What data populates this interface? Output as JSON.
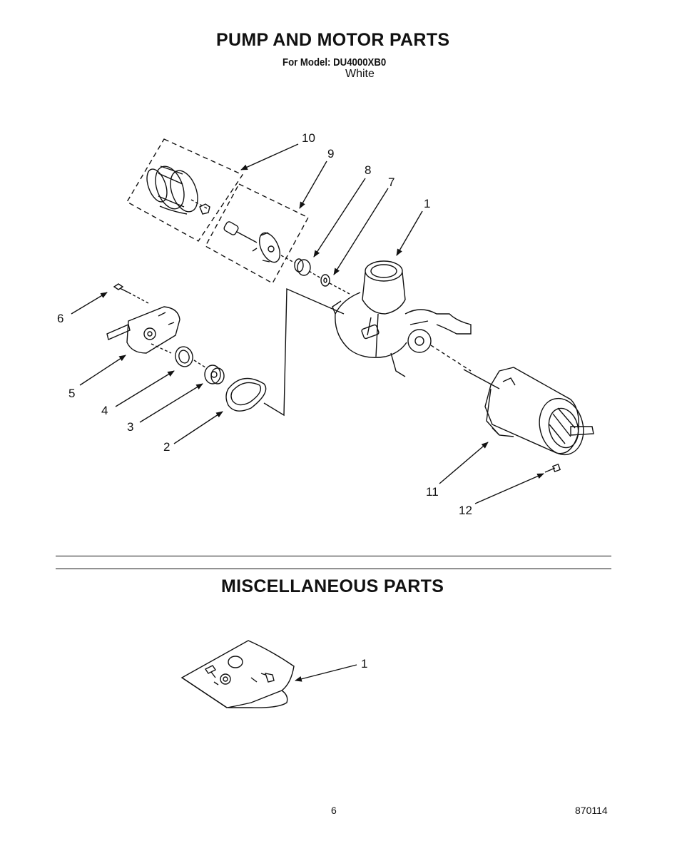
{
  "pump_section": {
    "title": "PUMP AND MOTOR PARTS",
    "model_line": "For Model: DU4000XB0",
    "color": "White",
    "callouts": [
      "1",
      "2",
      "3",
      "4",
      "5",
      "6",
      "7",
      "8",
      "9",
      "10",
      "11",
      "12"
    ]
  },
  "misc_section": {
    "title": "MISCELLANEOUS PARTS",
    "callouts": [
      "1"
    ]
  },
  "footer": {
    "page_number": "6",
    "doc_code": "870114"
  }
}
